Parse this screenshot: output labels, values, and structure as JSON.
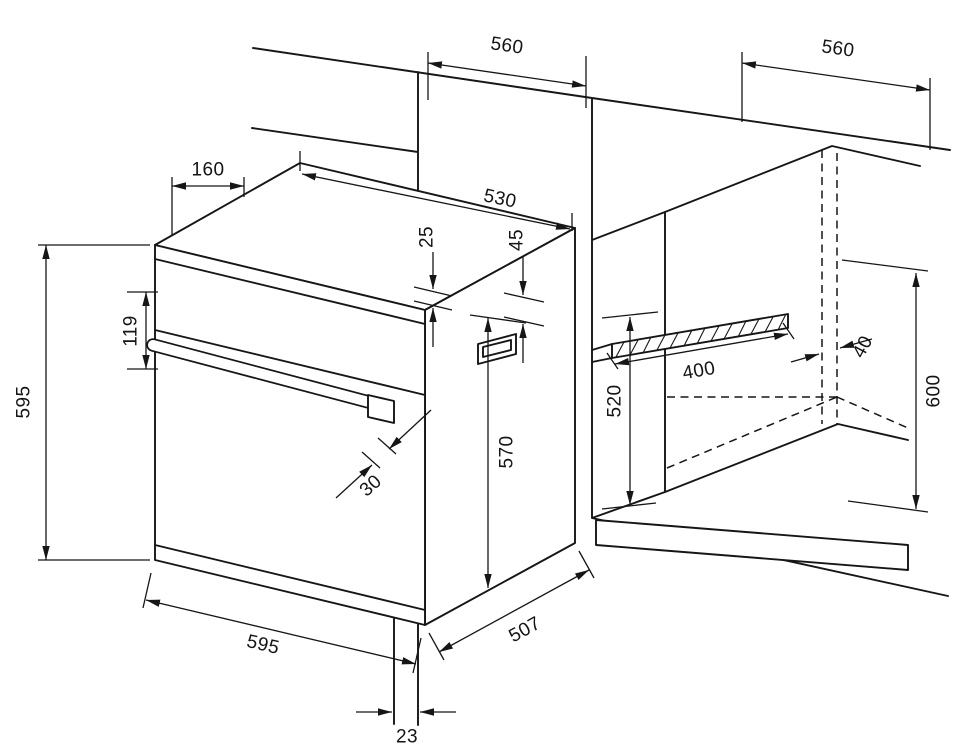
{
  "diagram": {
    "colors": {
      "line": "#161616",
      "background": "#ffffff"
    },
    "dimensions": {
      "d560_left": "560",
      "d560_right": "560",
      "d160": "160",
      "d530": "530",
      "d25": "25",
      "d45": "45",
      "d119": "119",
      "d595_left": "595",
      "d570": "570",
      "d30": "30",
      "d520": "520",
      "d400": "400",
      "d40": "40",
      "d600": "600",
      "d595_bottom": "595",
      "d507": "507",
      "d23": "23"
    }
  }
}
